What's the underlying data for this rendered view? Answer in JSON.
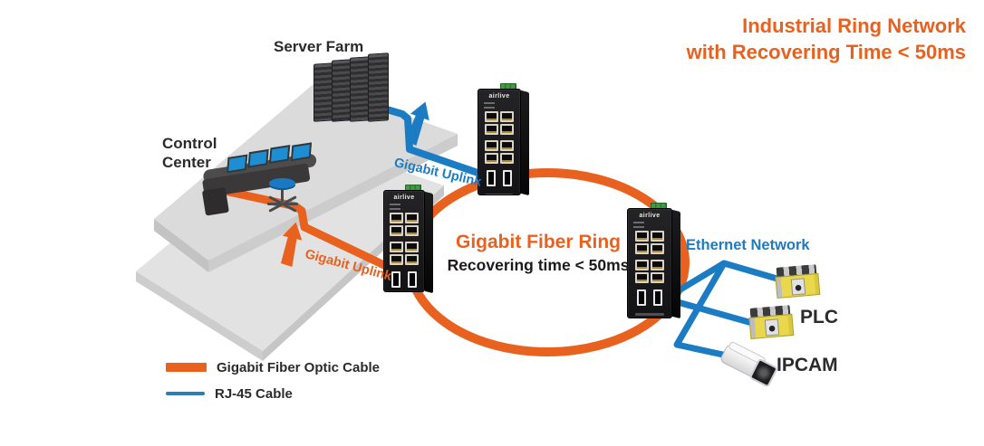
{
  "title": {
    "line1": "Industrial Ring Network",
    "line2": "with Recovering Time < 50ms"
  },
  "scene": {
    "server_farm_label": "Server Farm",
    "control_center_line1": "Control",
    "control_center_line2": "Center",
    "uplink_blue_label": "Gigabit Uplink",
    "uplink_orange_label": "Gigabit Uplink",
    "ring_title": "Gigabit Fiber Ring",
    "ring_subtitle": "Recovering time < 50ms",
    "ethernet_label": "Ethernet Network",
    "plc_label": "PLC",
    "ipcam_label": "IPCAM"
  },
  "devices": {
    "switch_brand": "airlive",
    "switch_count": 3
  },
  "legend": [
    {
      "label": "Gigabit Fiber Optic Cable",
      "color": "#e8611f",
      "style": "thick-bar"
    },
    {
      "label": "RJ-45 Cable",
      "color": "#2d7eb6",
      "style": "thin-line"
    }
  ],
  "colors": {
    "fiber_orange": "#e8611f",
    "rj45_blue": "#1b7cc4",
    "dark_text": "#2d2a2b",
    "platform_gray": "#dbdbdc"
  }
}
